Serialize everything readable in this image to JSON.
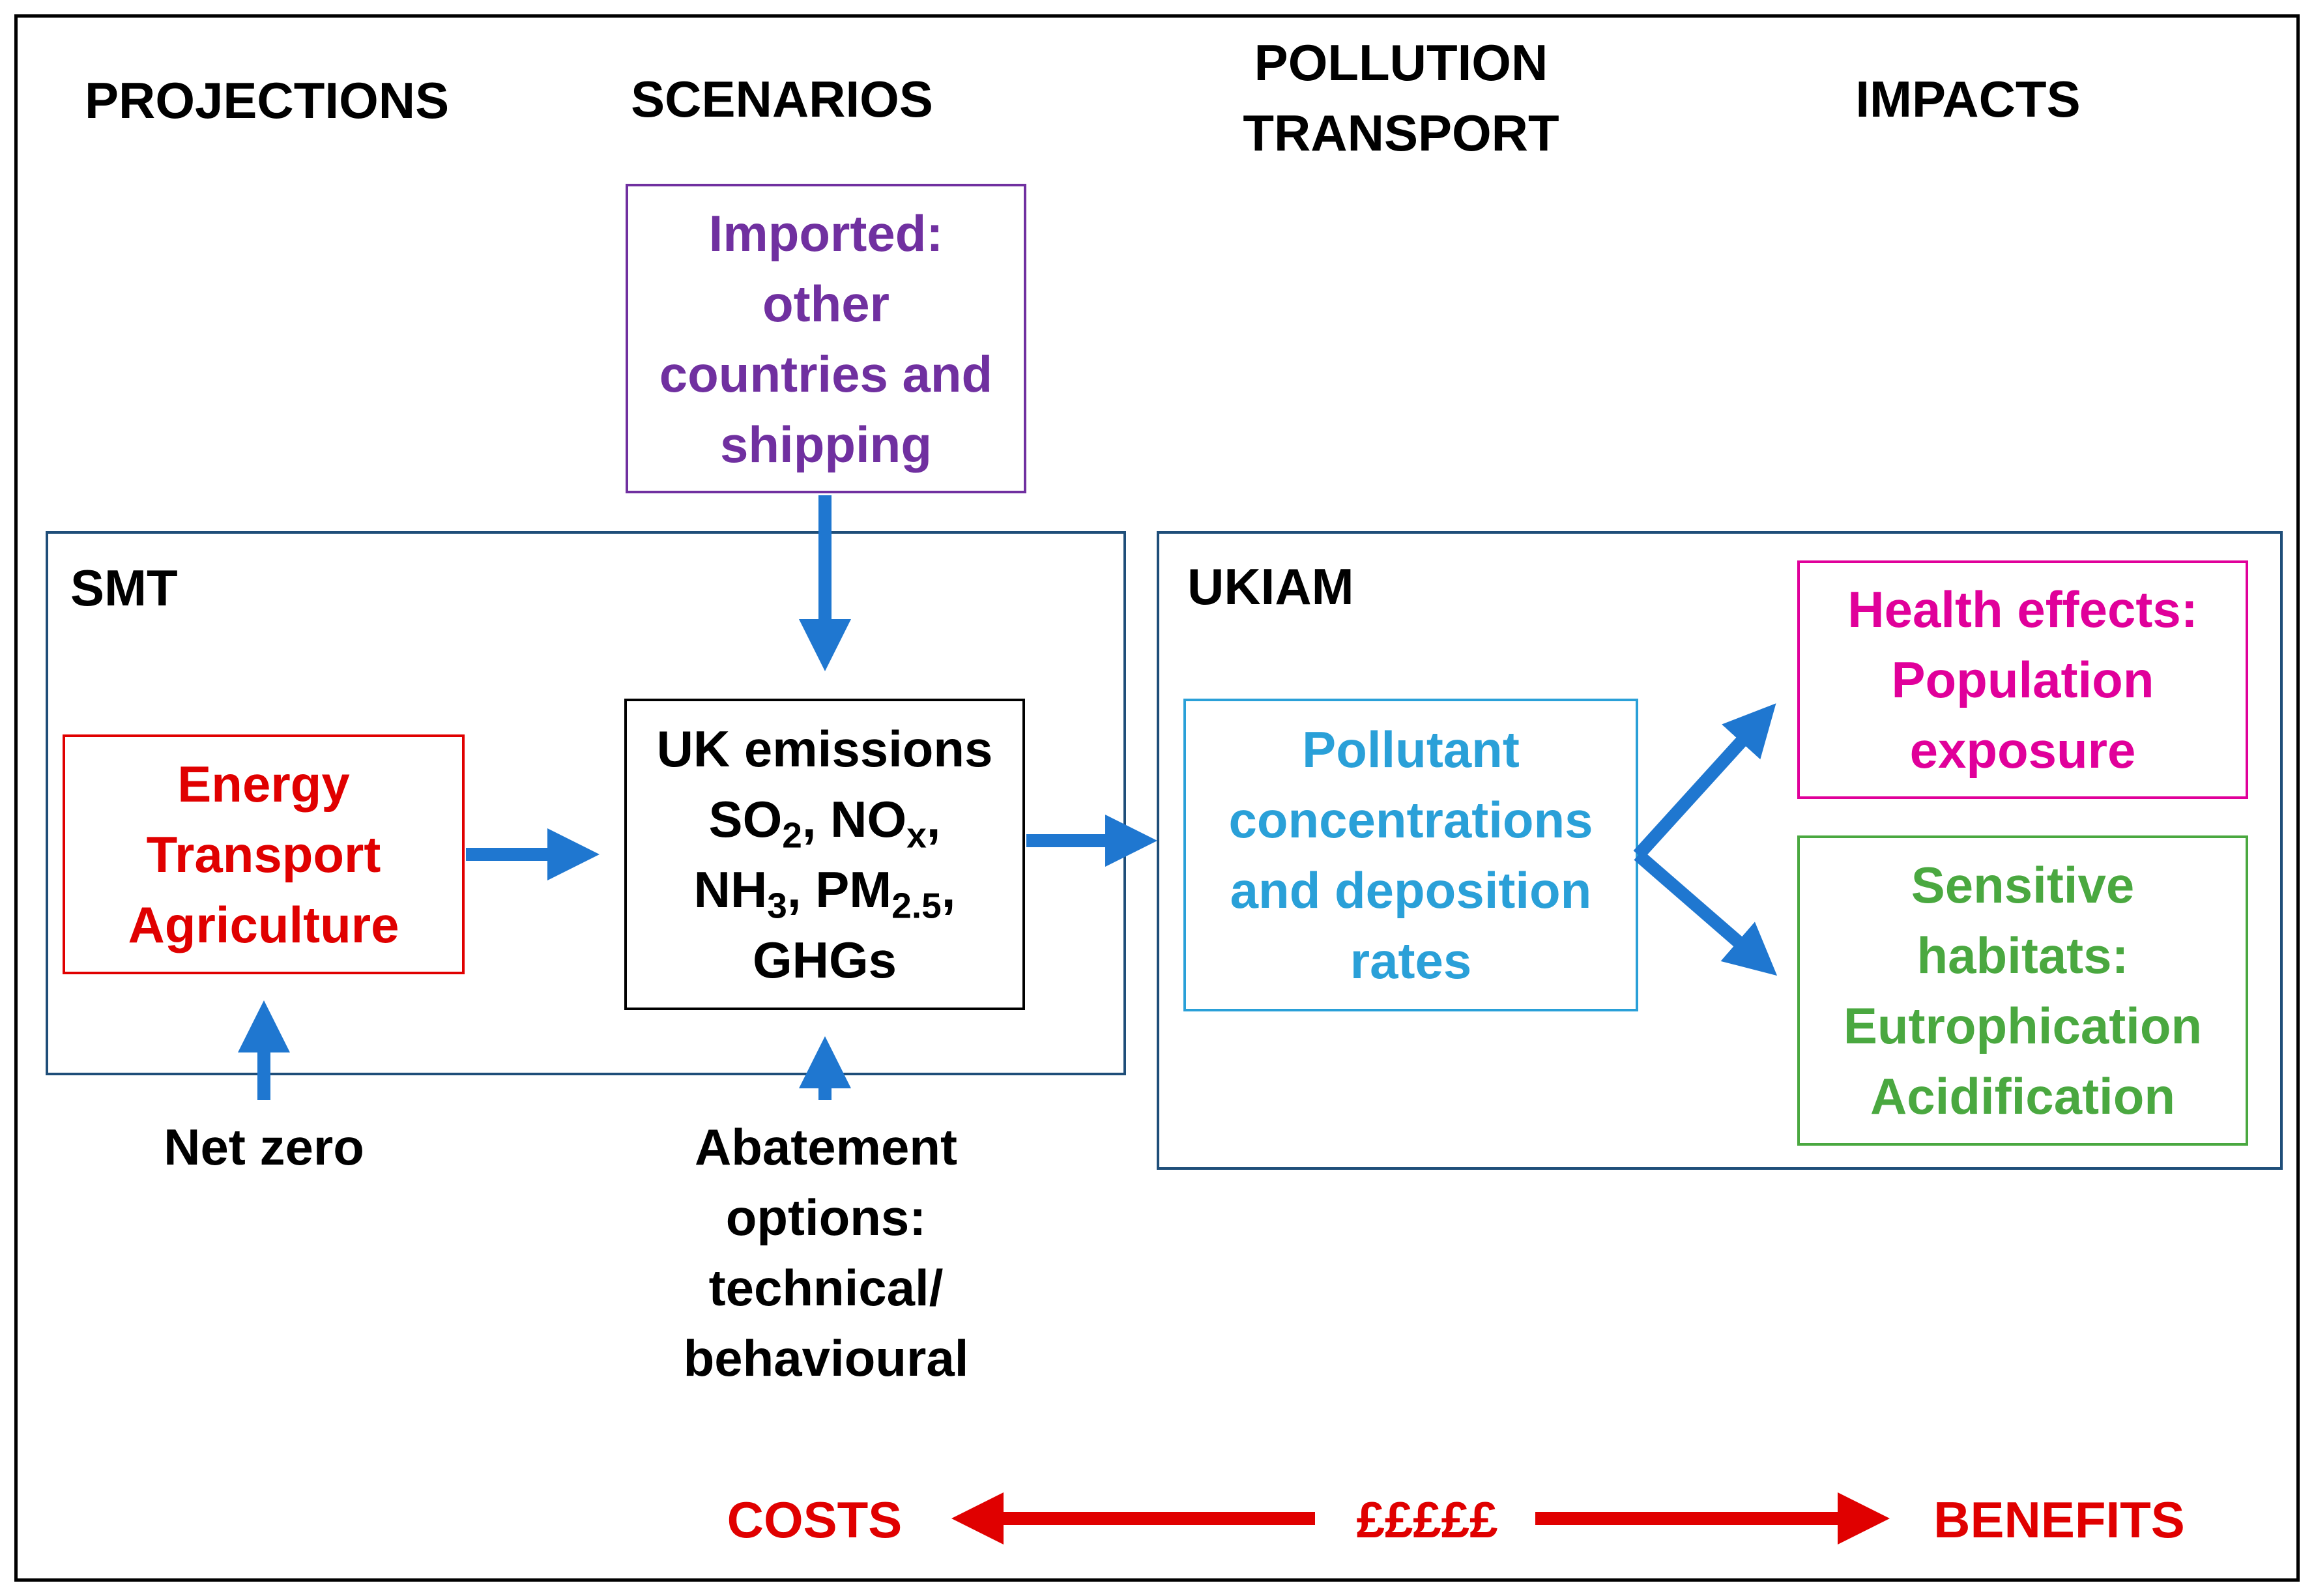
{
  "headers": {
    "projections": "PROJECTIONS",
    "scenarios": "SCENARIOS",
    "pollution_transport_line1": "POLLUTION",
    "pollution_transport_line2": "TRANSPORT",
    "impacts": "IMPACTS"
  },
  "imported": {
    "line1": "Imported:",
    "line2": "other",
    "line3": "countries and",
    "line4": "shipping"
  },
  "smt": {
    "label": "SMT"
  },
  "ukiam": {
    "label": "UKIAM"
  },
  "sectors": {
    "line1": "Energy",
    "line2": "Transport",
    "line3": "Agriculture"
  },
  "uk_emissions": {
    "line1": "UK emissions",
    "so": "SO",
    "so_sub": "2",
    "sep1": ", NO",
    "no_sub": "x",
    "sep2": ",",
    "nh": "NH",
    "nh_sub": "3",
    "pm": ", PM",
    "pm_sub": "2.5",
    "sep3": ",",
    "line4": "GHGs"
  },
  "pollutant": {
    "line1": "Pollutant",
    "line2": "concentrations",
    "line3": "and deposition",
    "line4": "rates"
  },
  "health": {
    "line1": "Health effects:",
    "line2": "Population",
    "line3": "exposure"
  },
  "habitats": {
    "line1": "Sensitive",
    "line2": "habitats:",
    "line3": "Eutrophication",
    "line4": "Acidification"
  },
  "net_zero": "Net zero",
  "abatement": {
    "line1": "Abatement",
    "line2": "options:",
    "line3": "technical/",
    "line4": "behavioural"
  },
  "bottom": {
    "costs": "COSTS",
    "pounds": "£££££",
    "benefits": "BENEFITS"
  },
  "colors": {
    "arrow_blue": "#1f77d0",
    "container_border": "#1f4e79",
    "sectors_red": "#e00000",
    "imported_purple": "#7030a0",
    "pollutant_cyan": "#2aa0d8",
    "health_magenta": "#e0009a",
    "habitats_green": "#4aa840",
    "bottom_red": "#e00000"
  }
}
